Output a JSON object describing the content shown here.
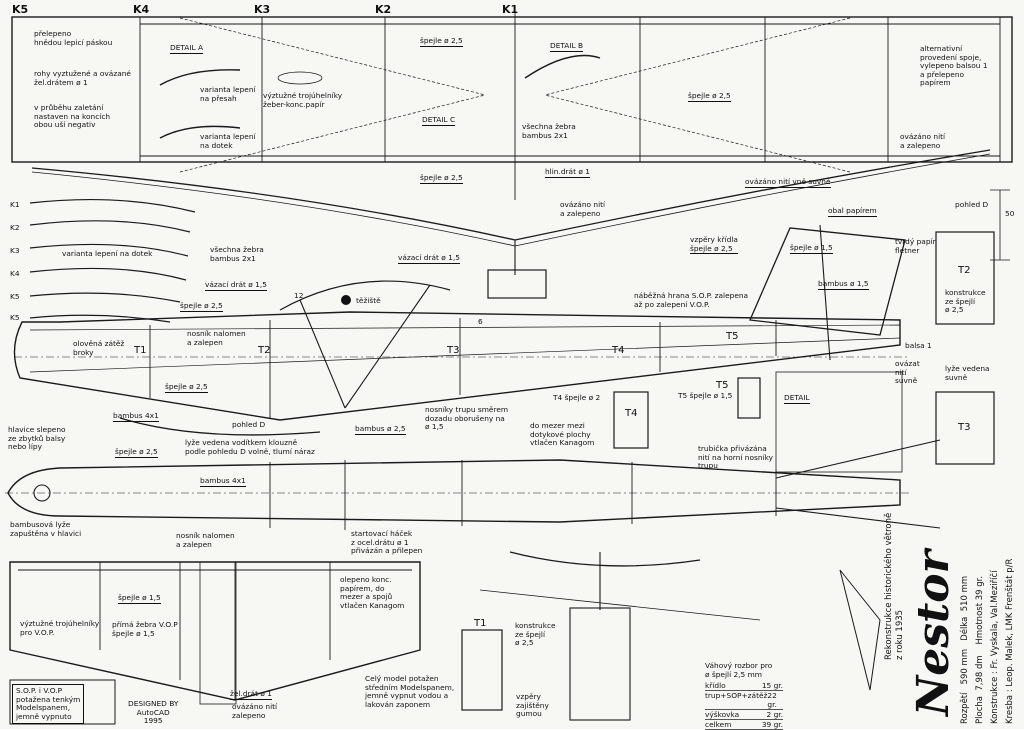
{
  "title": "Nestor",
  "specs": {
    "line1": "Rozpětí   590 mm   Délka  510 mm",
    "line2": "Plocha  7,98 dm    Hmotnost 39 gr.",
    "line3": "Konstrukce : Fr. Vyskala, Val.Meziříčí",
    "line4": "Kresba : Leop. Malek, LMK Frenštát p/R"
  },
  "reconstruction": "Rekonstrukce historického větroně\nz roku 1935",
  "designed_by": "DESIGNED BY\nAutoCAD\n1995",
  "wing_stations": [
    "K5",
    "K4",
    "K3",
    "K2",
    "K1"
  ],
  "rib_list": [
    "K1",
    "K2",
    "K3",
    "K4",
    "K5"
  ],
  "sections": [
    "T1",
    "T2",
    "T3",
    "T4",
    "T5"
  ],
  "details": {
    "a": "DETAIL A",
    "b": "DETAIL B",
    "c": "DETAIL C",
    "d": "DETAIL"
  },
  "wing_notes": {
    "n1": "přelepeno\nhnědou lepicí páskou",
    "n2": "rohy vyztužené a ovázané\nžel.drátem ø 1",
    "n3": "v průběhu zaletání\nnastaven na koncích\nobou uší negativ",
    "n4": "varianta lepení\nna přesah",
    "n5": "varianta lepení\nna dotek",
    "n6": "výztužné trojúhelníky\nžeber-konc.papír",
    "n7": "špejle ø 2,5",
    "n8": "všechna žebra\nbambus 2x1",
    "n9": "špejle ø 2,5",
    "n10": "hlin.drát ø 1",
    "n11": "ovázáno nití\na zalepeno",
    "n12": "špejle ø 2,5",
    "n13": "alternativní\nprovedení spoje,\nvylepeno balsou 1\na přelepeno\npapírem",
    "n14": "ovázáno nití\na zalepeno",
    "n15": "ovázáno nití vně suvně",
    "n16": "varianta lepení na dotek",
    "n17": "všechna žebra\nbambus 2x1"
  },
  "fuse_notes": {
    "f1": "vázací drát ø 1,5",
    "f2": "špejle ø 2,5",
    "f3": "olověná zátěž\nbroky",
    "f4": "nosník nalomen\na zalepen",
    "f5": "špejle ø 2,5",
    "f6": "bambus 4x1",
    "f7": "pohled D",
    "f8": "těžiště",
    "f9": "vázací drát ø 1,5",
    "f10": "náběžná hrana S.O.P. zalepena\naž po zalepení V.O.P.",
    "f11": "vzpěry křídla\nšpejle ø 2,5",
    "f12": "obal papírem",
    "f13": "špejle ø 1,5",
    "f14": "bambus ø 1,5",
    "f15": "tvrdý papír\nfletner",
    "f16": "pohled D",
    "f17": "konstrukce\nze špejlí\nø 2,5",
    "f18": "balsa 1",
    "f19": "lyže vedena\nsuvně",
    "f20": "nosníky trupu směrem\ndozadu oborušeny na\nø 1,5",
    "f21": "do mezer mezi\ndotykové plochy\nvtlačen Kanagom",
    "f22": "T4 špejle ø 2",
    "f23": "T5 špejle ø 1,5",
    "f24": "ovázat\nnití\nsuvně",
    "f25": "bambus ø 2,5",
    "f26": "hlavice slepeno\nze zbytků balsy\nnebo lípy",
    "f27": "lyže vedena vodítkem klouzně\npodle pohledu D volně, tlumí náraz",
    "f28": "špejle ø 2,5",
    "f29": "bambus 4x1",
    "f30": "trubička přivázána\nnití na horní nosníky\ntrupu",
    "f31": "bambusová lyže\nzapuštěna v hlavici",
    "f32": "nosník nalomen\na zalepen",
    "f33": "startovací háček\nz ocel.drátu ø 1\npřivázán a přilepen"
  },
  "tail_notes": {
    "t1": "špejle ø 1,5",
    "t2": "výztužné trojúhelníky\npro V.O.P.",
    "t3": "přímá žebra V.O.P\nšpejle ø 1,5",
    "t4": "olepeno konc.\npapírem, do\nmezer a spojů\nvtlačen Kanagom",
    "t5": "S.O.P. i V.O.P\npotažena tenkým\nModelspanem,\njemně vypnuto",
    "t6": "žel.drát ø 1",
    "t7": "ovázáno nití\nzalepeno",
    "t8": "konstrukce\nze špejlí\nø 2,5",
    "t9": "Celý model potažen\nstředním Modelspanem,\njemně vypnut vodou a\nlakován zaponem",
    "t10": "vzpěry\nzajištěny\ngumou"
  },
  "dims": {
    "d50": "50",
    "d12": "12",
    "d6": "6"
  },
  "weights": {
    "heading": "Váhový rozbor pro\nø špejlí 2,5 mm",
    "rows": [
      {
        "k": "křídlo",
        "v": "15 gr."
      },
      {
        "k": "trup+SOP+zátěž",
        "v": "22 gr."
      },
      {
        "k": "výškovka",
        "v": "2 gr."
      },
      {
        "k": "celkem",
        "v": "39 gr."
      }
    ]
  }
}
